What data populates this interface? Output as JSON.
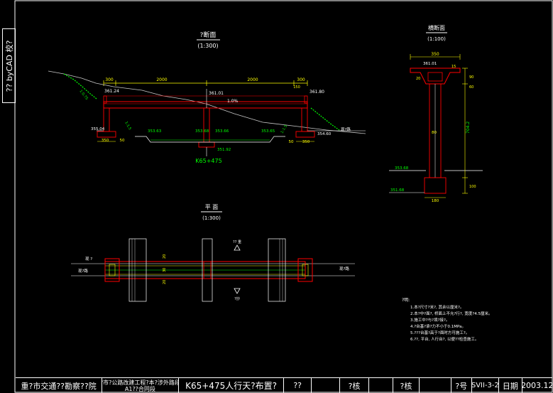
{
  "sidebar": {
    "label": "?? byCAD 校?"
  },
  "sections": {
    "elevation": {
      "title": "?断面",
      "scale": "(1:300)"
    },
    "cross": {
      "title": "横断面",
      "scale": "(1:100)"
    },
    "plan": {
      "title": "平  面",
      "scale": "(1:300)"
    }
  },
  "elevation_labels": {
    "dim_300_left": "300",
    "dim_2000_a": "2000",
    "dim_2000_b": "2000",
    "dim_300_right": "300",
    "dim_150": "150",
    "elev_361_24": "361.24",
    "elev_361_01": "361.01",
    "elev_361_80": "361.80",
    "slope": "1.0%",
    "elev_355_04": "355.04",
    "elev_353_63": "353.63",
    "elev_353_68": "353.68",
    "elev_353_66": "353.66",
    "elev_353_65": "353.65",
    "elev_354_60": "354.60",
    "elev_351_92": "351.92",
    "dim_350_l": "350",
    "dim_50_l": "50",
    "dim_50_r": "50",
    "dim_350_r": "350",
    "road_right": "现?路",
    "slope_left": "1:0.75",
    "slope_left2": "1:1.5",
    "slope_right": "1:1.5",
    "station": "K65+475"
  },
  "cross_labels": {
    "dim_350": "350",
    "elev_361_01": "361.01",
    "dim_15": "15",
    "dim_20": "20",
    "dim_80": "80",
    "dim_90": "90",
    "dim_60": "60",
    "dim_100": "100",
    "total_height": "704.2",
    "elev_353_68": "353.68",
    "elev_351_68": "351.68",
    "dim_180": "180"
  },
  "plan_labels": {
    "left_road_top": "现 ?",
    "left_road": "现?路",
    "right_road": "现?路",
    "north_text": "?? 重",
    "south_text": "?抄",
    "dim_top": "20",
    "dim_mid": "30",
    "dim_bot": "20"
  },
  "notes": {
    "heading": "?明:",
    "items": [
      "1.本?尺寸?米?, 其余以厘米?。",
      "2.本?中?面?, 桥面上不允?行?, 宽度?4.5厘米。",
      "3.施工中?与?境?接?。",
      "4.?台基?承?力不小于0.1MPa。",
      "5.???台基?高于?面时方可施工?。",
      "6.??, 平台, 人行台?, 以便??检查施工。"
    ]
  },
  "title_block": {
    "company": "重?市交通??勘察??院",
    "project_line1": "重庆??市?公路改建工程?本?涉外路段?江至",
    "project_line2": "A1??合同段",
    "drawing_title": "K65+475人行天?布置?",
    "field_design": "??",
    "field_review": "?核",
    "field_check": "?核",
    "field_no": "?号",
    "drawing_no": "SVII-3-2",
    "field_date": "日期",
    "date": "2003.12"
  },
  "colors": {
    "background": "#000000",
    "outline": "#ffffff",
    "structure": "#ff0000",
    "dimension": "#ffff00",
    "elevation": "#00ff00",
    "ground": "#c8c8c8",
    "annotation": "#ffffff"
  }
}
